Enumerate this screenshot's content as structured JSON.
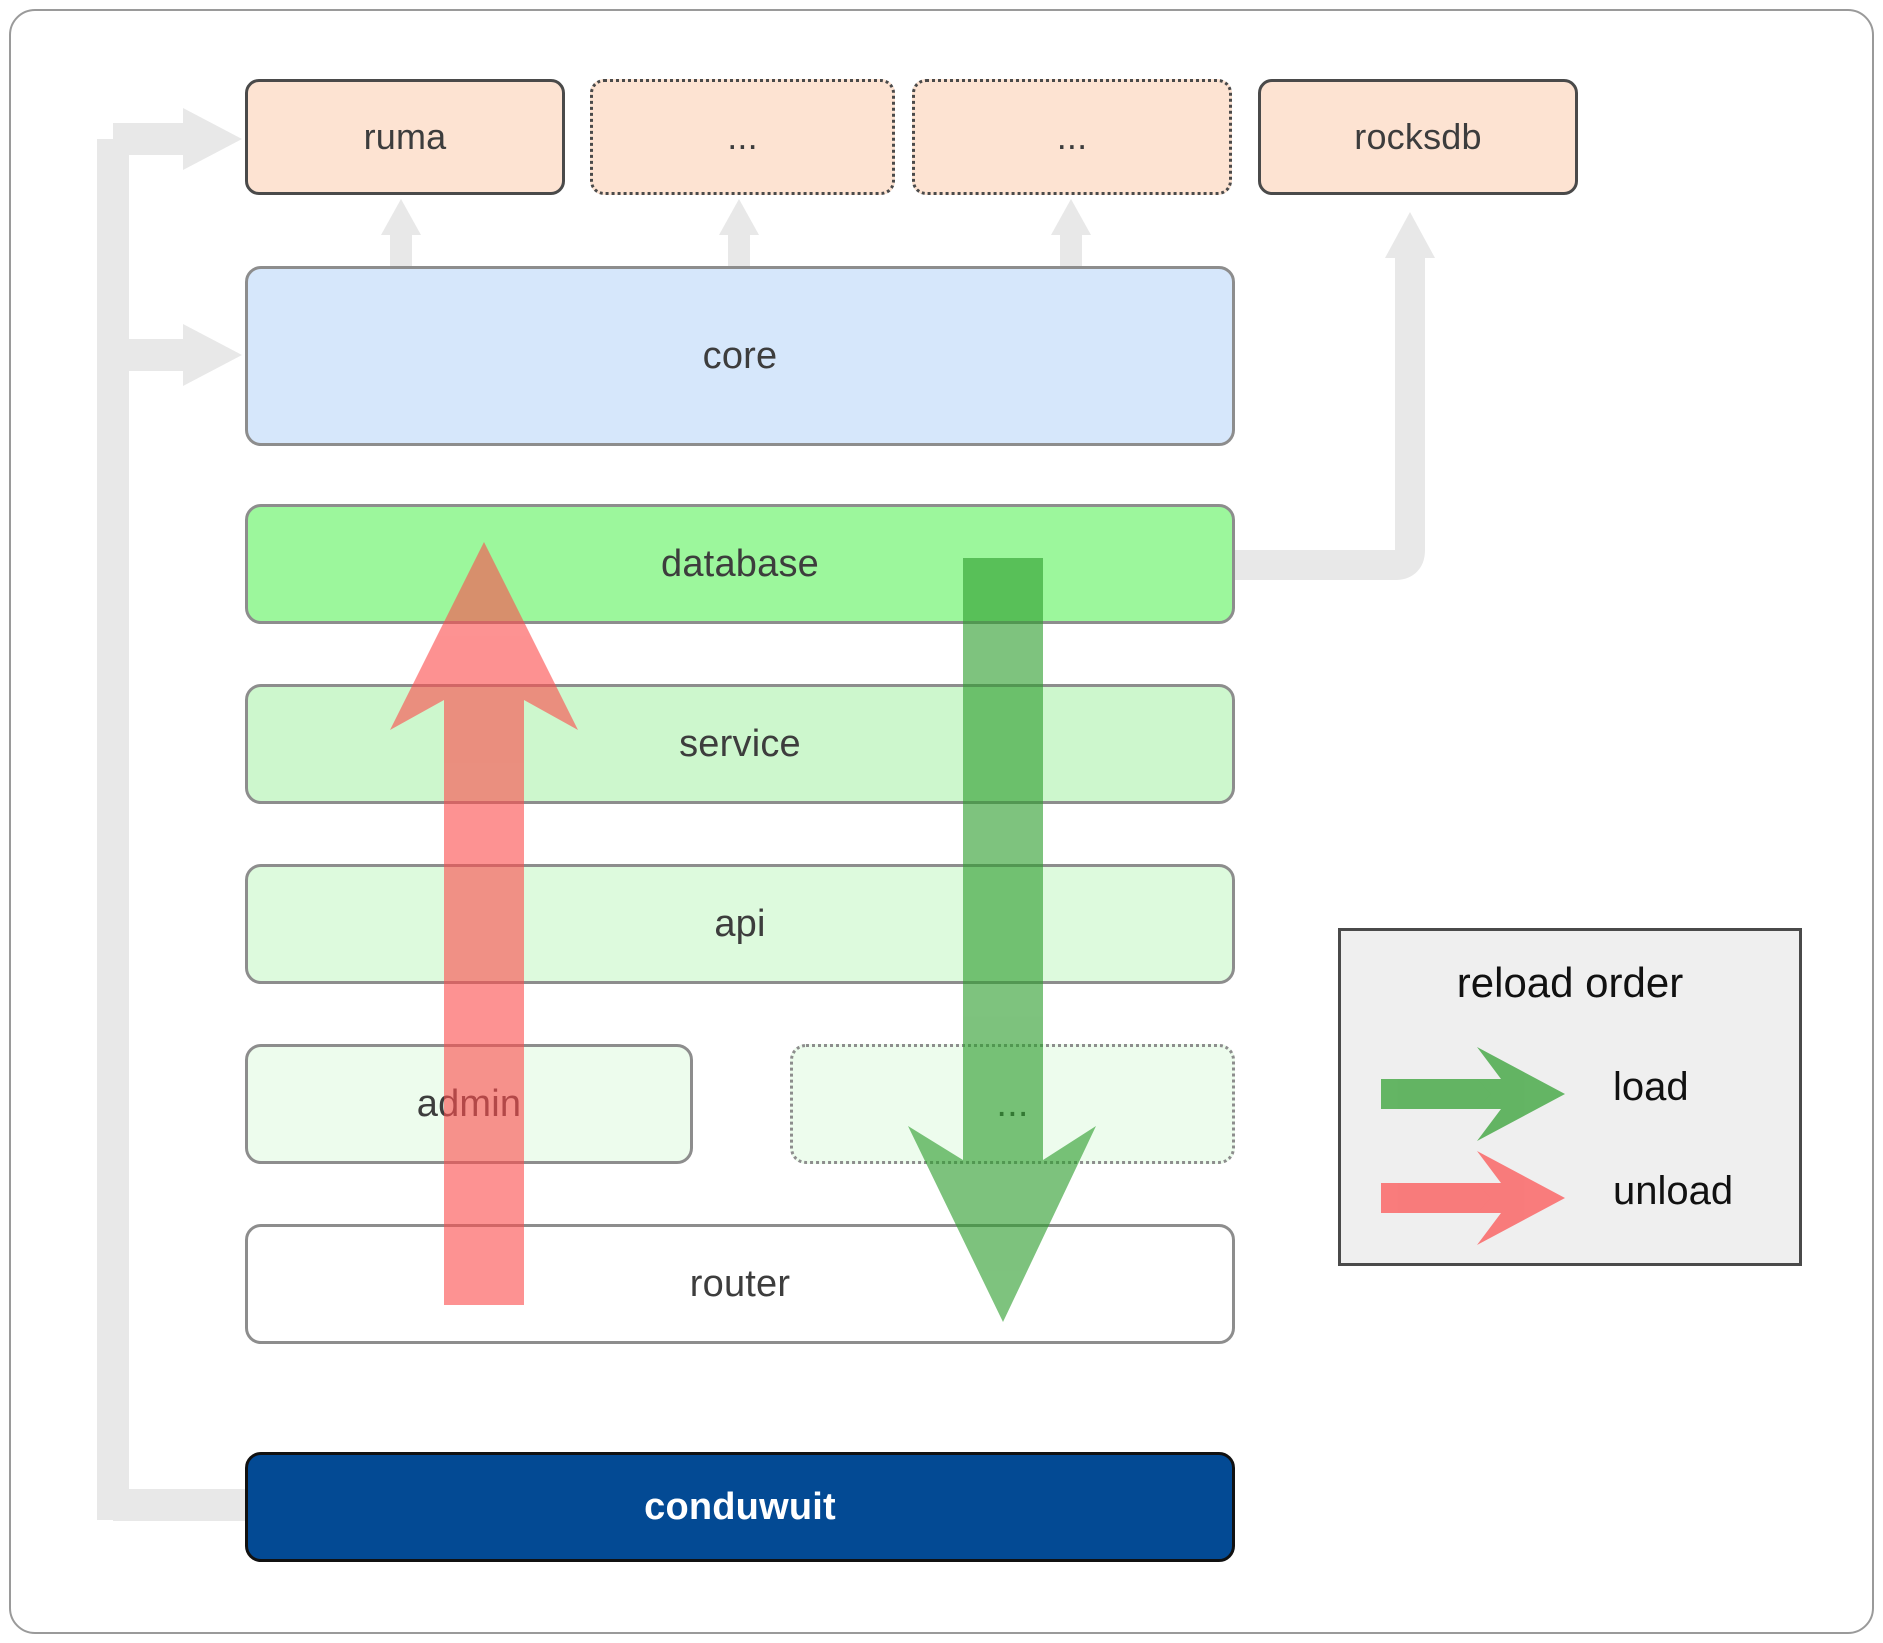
{
  "diagram": {
    "title": "conduwuit crate architecture / reload order",
    "type": "layered-architecture-diagram",
    "dependencies": [
      {
        "id": "ruma",
        "label": "ruma",
        "style": "solid",
        "fill": "#fde3d2"
      },
      {
        "id": "dots-1",
        "label": "...",
        "style": "dotted",
        "fill": "#fde3d2"
      },
      {
        "id": "dots-2",
        "label": "...",
        "style": "dotted",
        "fill": "#fde3d2"
      },
      {
        "id": "rocksdb",
        "label": "rocksdb",
        "style": "solid",
        "fill": "#fde3d2"
      }
    ],
    "core": {
      "id": "core",
      "label": "core",
      "fill": "#d6e7fb"
    },
    "layers": [
      {
        "id": "database",
        "label": "database",
        "fill": "#9cf79c",
        "style": "solid"
      },
      {
        "id": "service",
        "label": "service",
        "fill": "#cdf7cd",
        "style": "solid"
      },
      {
        "id": "api",
        "label": "api",
        "fill": "#ddfadd",
        "style": "solid"
      },
      {
        "id": "admin",
        "label": "admin",
        "fill": "#edfced",
        "style": "solid"
      },
      {
        "id": "dots-3",
        "label": "...",
        "fill": "#edfced",
        "style": "dotted"
      },
      {
        "id": "router",
        "label": "router",
        "fill": "#ffffff",
        "style": "solid"
      }
    ],
    "root": {
      "id": "conduwuit",
      "label": "conduwuit",
      "fill": "#034a94",
      "text_color": "#ffffff"
    }
  },
  "legend": {
    "title": "reload order",
    "entries": [
      {
        "id": "load",
        "label": "load",
        "color": "#5cb85c"
      },
      {
        "id": "unload",
        "label": "unload",
        "color": "#fc8f8f"
      }
    ]
  },
  "colors": {
    "dependency_fill": "#fde3d2",
    "core_fill": "#d6e7fb",
    "database_fill": "#9cf79c",
    "service_fill": "#cdf7cd",
    "api_fill": "#ddfadd",
    "admin_fill": "#edfced",
    "router_fill": "#ffffff",
    "root_fill": "#034a94",
    "load_arrow": "#5cb85c",
    "unload_arrow": "#fc8f8f",
    "connector": "#e8e8e8",
    "border_dark": "#4a4a4a",
    "border_light": "#8d8d8d",
    "legend_bg": "#efefef"
  }
}
